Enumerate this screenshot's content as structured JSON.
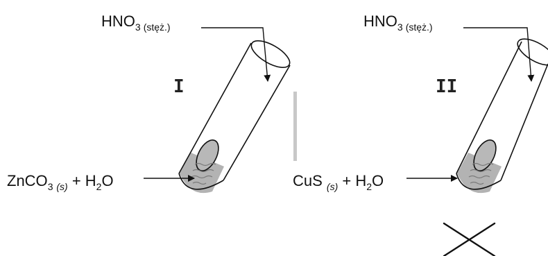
{
  "tube_I": {
    "label": "I",
    "reagent_top": {
      "main": "HNO",
      "sub1": "3",
      "sub2": "(stęż.)"
    },
    "reagent_side": {
      "a": "ZnCO",
      "a_sub": "3 ",
      "a_state": "(s)",
      "plus": " + H",
      "h_sub": "2",
      "o": "O"
    }
  },
  "tube_II": {
    "label": "II",
    "reagent_top": {
      "main": "HNO",
      "sub1": "3",
      "sub2": "(stęż.)"
    },
    "reagent_side": {
      "a": "CuS ",
      "a_state": "(s)",
      "plus": " + H",
      "h_sub": "2",
      "o": "O"
    }
  },
  "colors": {
    "liquid": "#b3b3b3",
    "stroke": "#111111",
    "divider": "#c8c8c8"
  }
}
